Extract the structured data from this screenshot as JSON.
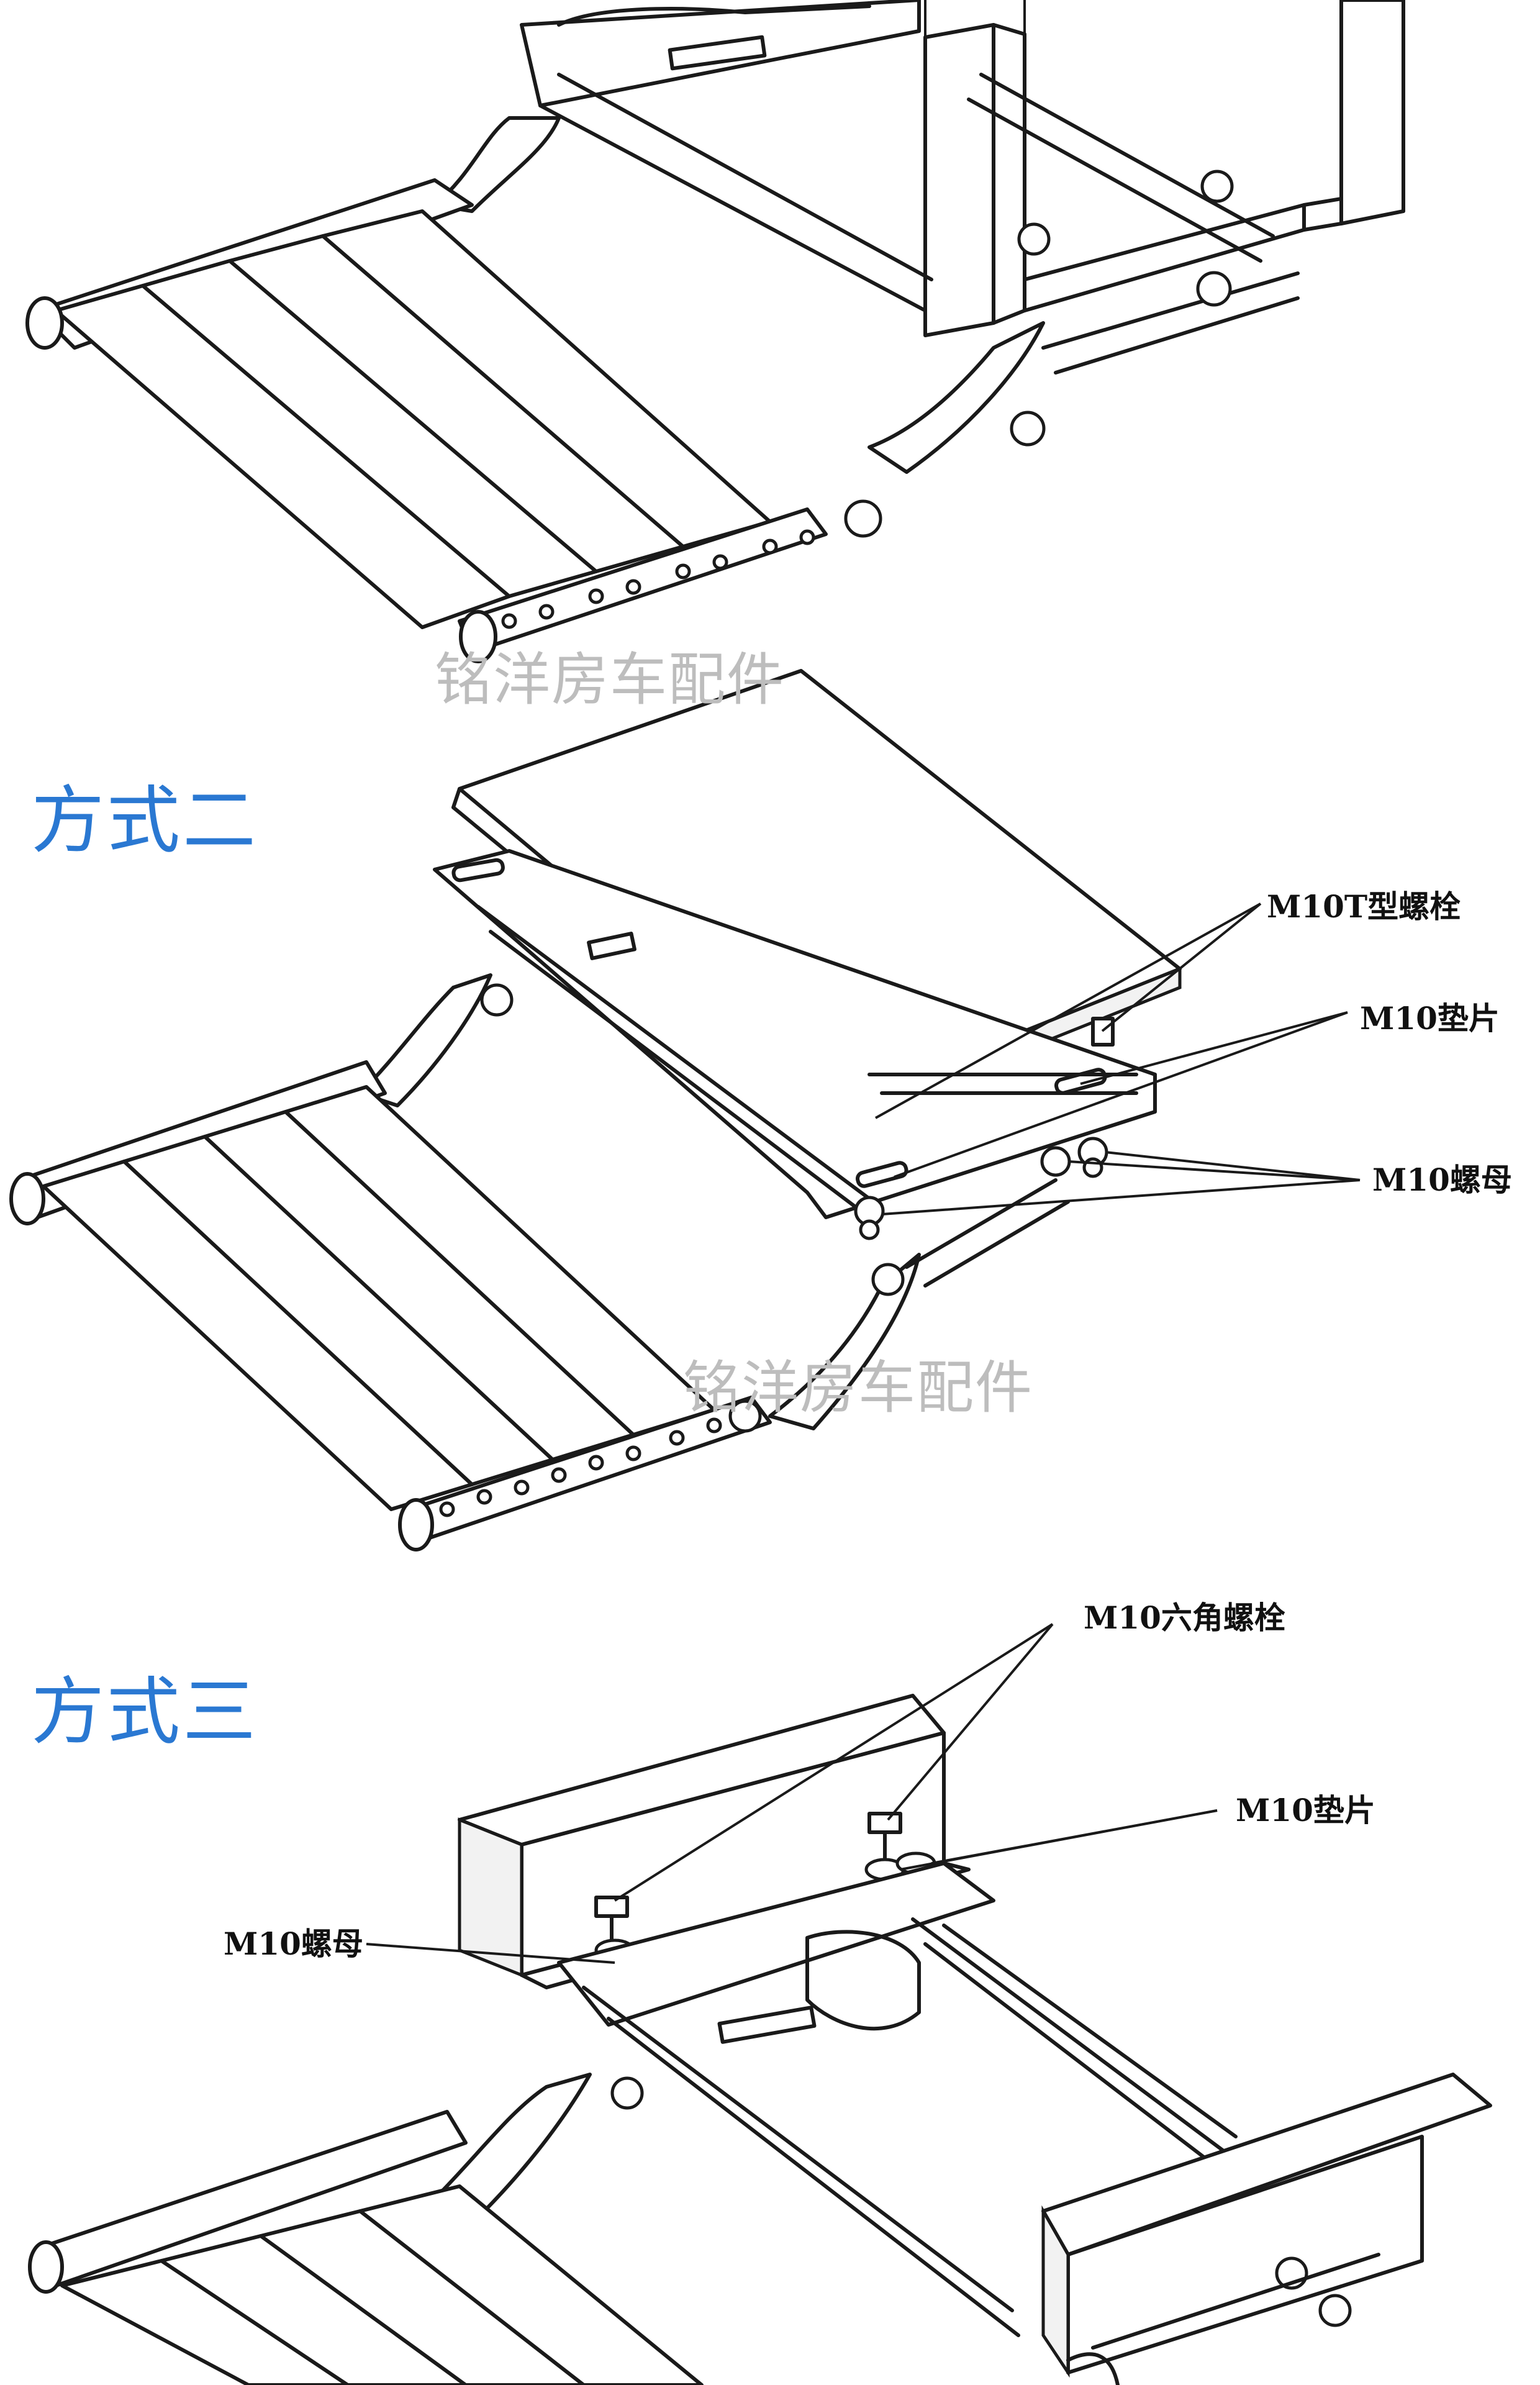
{
  "method2": {
    "title": "方式二"
  },
  "method3": {
    "title": "方式三"
  },
  "watermark": "铭洋房车配件",
  "callouts": {
    "t_bolt": "M10T型螺栓",
    "washer_2": "M10垫片",
    "nut_2": "M10螺母",
    "hex_bolt": "M10六角螺栓",
    "washer_3": "M10垫片",
    "nut_3": "M10螺母"
  },
  "colors": {
    "title": "#2a78d2",
    "watermark": "#bdbdbd",
    "line": "#1a1a1a"
  }
}
